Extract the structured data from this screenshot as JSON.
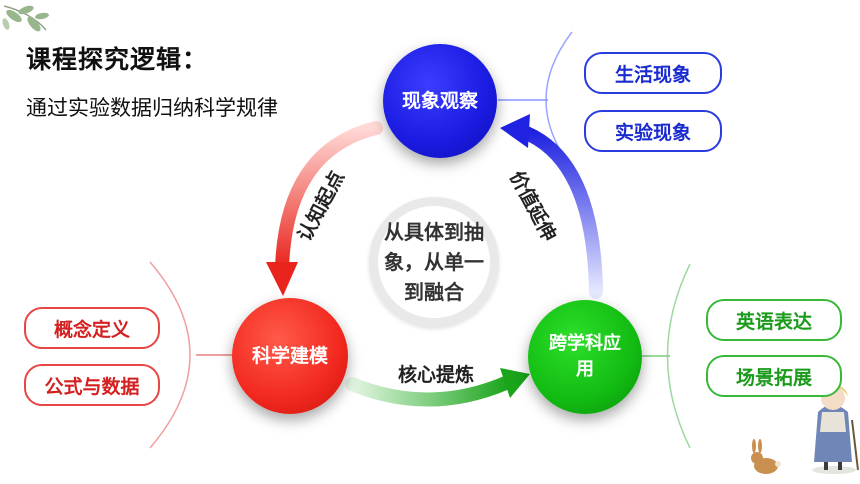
{
  "header": {
    "title": "课程探究逻辑：",
    "subtitle": "通过实验数据归纳科学规律"
  },
  "nodes": {
    "top": "现象观察",
    "left": "科学建模",
    "right_line1": "跨学科应",
    "right_line2": "用"
  },
  "center": {
    "line1": "从具体到抽",
    "line2": "象，从单一",
    "line3": "到融合"
  },
  "arrows": {
    "left": "认知起点",
    "right": "价值延伸",
    "bottom": "核心提炼"
  },
  "pills": {
    "top": [
      "生活现象",
      "实验现象"
    ],
    "left": [
      "概念定义",
      "公式与数据"
    ],
    "right": [
      "英语表达",
      "场景拓展"
    ]
  },
  "colors": {
    "blue": "#1a1ae0",
    "red": "#f2281e",
    "green": "#12bb12",
    "text": "#111111"
  },
  "decorations": [
    "leaf-branch-icon",
    "girl-illustration",
    "rabbit-illustration"
  ]
}
